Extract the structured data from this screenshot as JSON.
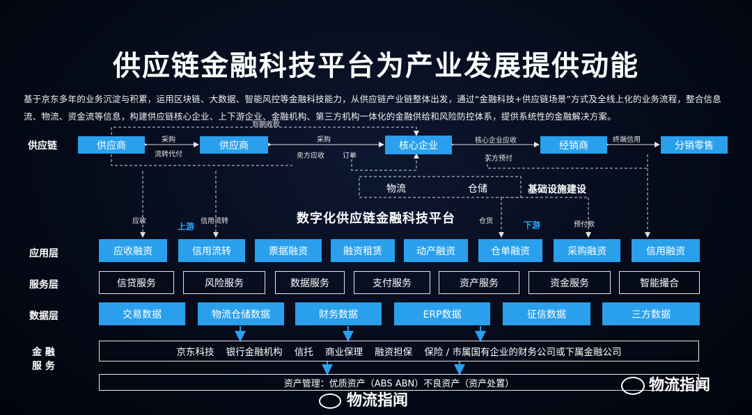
{
  "title": "供应链金融科技平台为产业发展提供动能",
  "intro": "基于京东多年的业务沉淀与积累，运用区块链、大数据、智能风控等金融科技能力，从供应链产业链整体出发，通过“金融科技+供应链场景”方式及全线上化的业务流程，整合信息流、物流、资金流等信息，构建供应链核心企业、上下游企业、金融机构、第三方机构一体化的金融供给和风险防控体系，提供系统性的金融解决方案。",
  "supply_chain": {
    "label": "供应链",
    "nodes": [
      "供应商",
      "供应商",
      "核心企业",
      "经销商",
      "分销零售"
    ],
    "edge_labels": {
      "purchase1": "采购",
      "transfer": "流转代付",
      "due_receivable": "到期收款",
      "purchase2": "采购",
      "seller_receivable": "卖方应收",
      "order": "订单",
      "core_receivable": "核心企业应收",
      "buyer_prepay": "买方预付",
      "terminal_credit": "终端信用"
    }
  },
  "infrastructure": {
    "logistics": "物流",
    "warehouse": "仓储",
    "label": "基础设施建设"
  },
  "platform_title": "数字化供应链金融科技平台",
  "flow_labels": {
    "receivable": "应收",
    "credit_transfer": "信用流转",
    "upstream": "上游",
    "warehouse_goods": "仓货",
    "downstream": "下游",
    "prepayment": "预付款"
  },
  "layers": {
    "application": {
      "label": "应用层",
      "items": [
        "应收融资",
        "信用流转",
        "票据融资",
        "融资租赁",
        "动产融资",
        "仓单融资",
        "采购融资",
        "信用融资"
      ]
    },
    "service": {
      "label": "服务层",
      "items": [
        "信贷服务",
        "风险服务",
        "数据服务",
        "支付服务",
        "资产服务",
        "资金服务",
        "智能撮合"
      ]
    },
    "data": {
      "label": "数据层",
      "items": [
        "交易数据",
        "物流仓储数据",
        "财务数据",
        "ERP数据",
        "征信数据",
        "三方数据"
      ]
    },
    "finance": {
      "label_line1": "金 融",
      "label_line2": "服 务",
      "institutions": "京东科技    银行金融机构    信托    商业保理    融资担保    保险 / 市属国有企业的财务公司或下属金融公司",
      "asset_management": "资产管理：优质资产（ABS ABN）不良资产（资产处置）"
    }
  },
  "watermarks": {
    "left": "物流指闻",
    "right": "物流指闻"
  },
  "colors": {
    "accent_blue": "#2aa0ec",
    "background": "#050a18"
  }
}
